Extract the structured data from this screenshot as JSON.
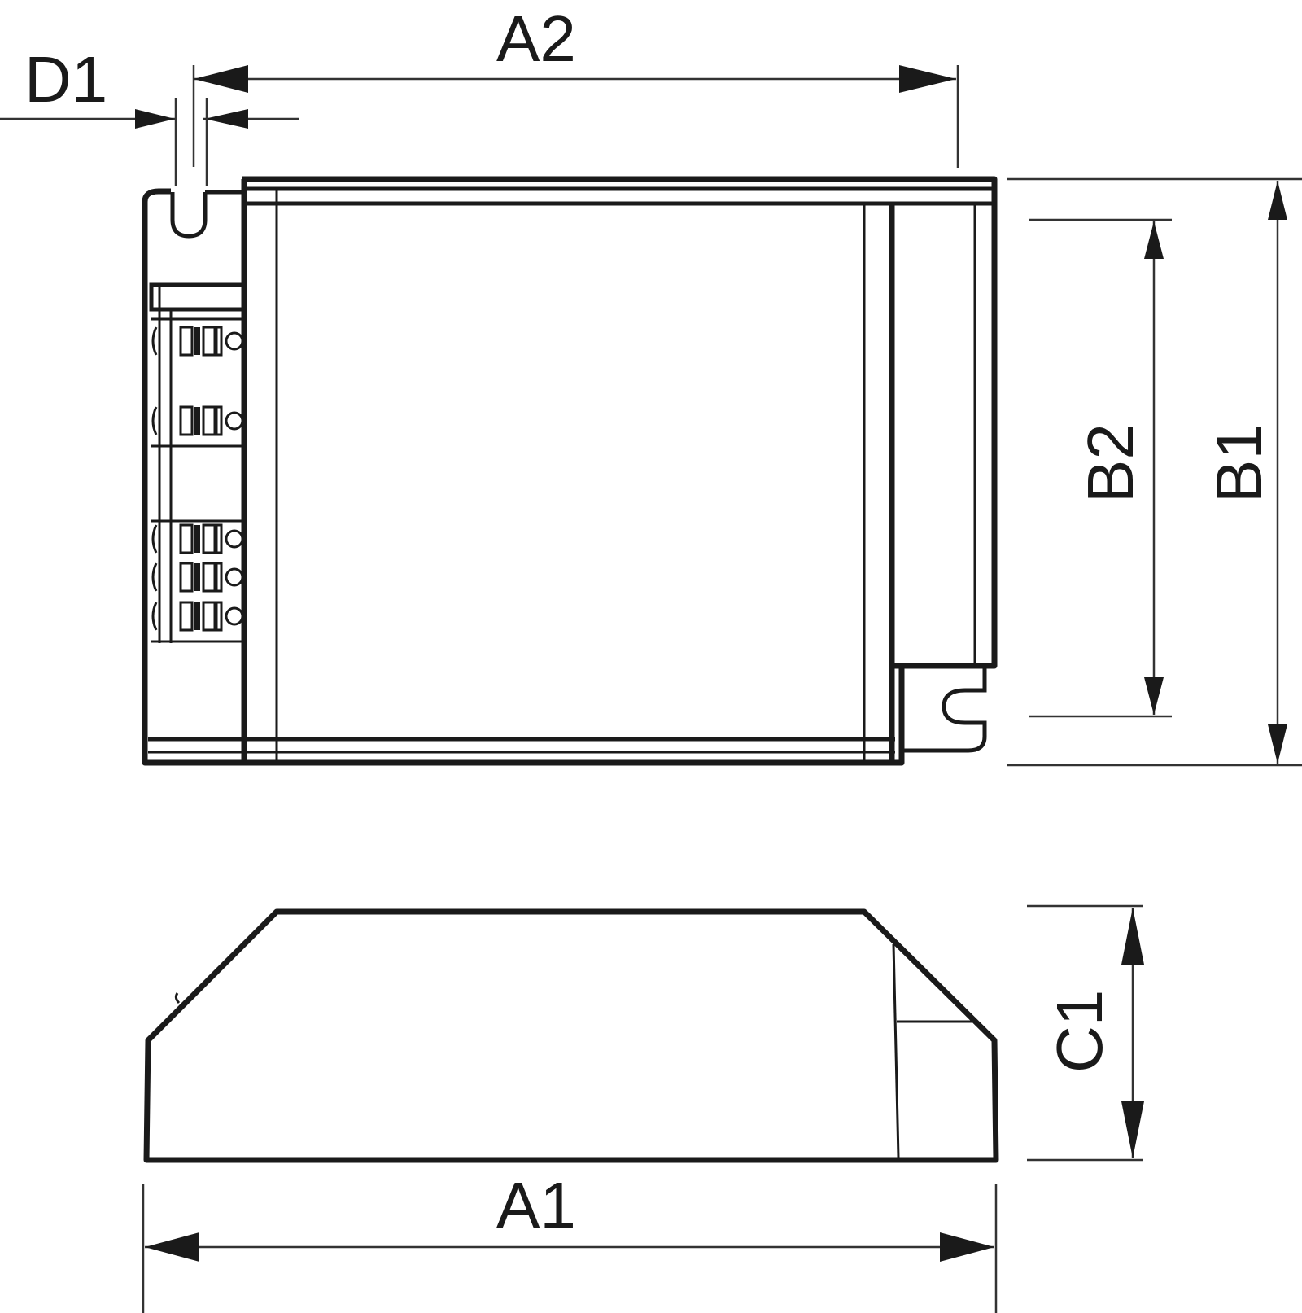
{
  "drawing": {
    "type": "technical dimension drawing",
    "views": [
      "top view",
      "side view"
    ],
    "line_color": "#1a1a1a",
    "background": "#ffffff"
  },
  "dimensions": {
    "a1": "A1",
    "a2": "A2",
    "b1": "B1",
    "b2": "B2",
    "c1": "C1",
    "d1": "D1"
  },
  "top_view": {
    "terminal_blocks": [
      {
        "group": "upper",
        "count": 2
      },
      {
        "group": "lower",
        "count": 3
      }
    ],
    "mounting_slots": [
      "top-left slot",
      "bottom-right slot"
    ]
  }
}
